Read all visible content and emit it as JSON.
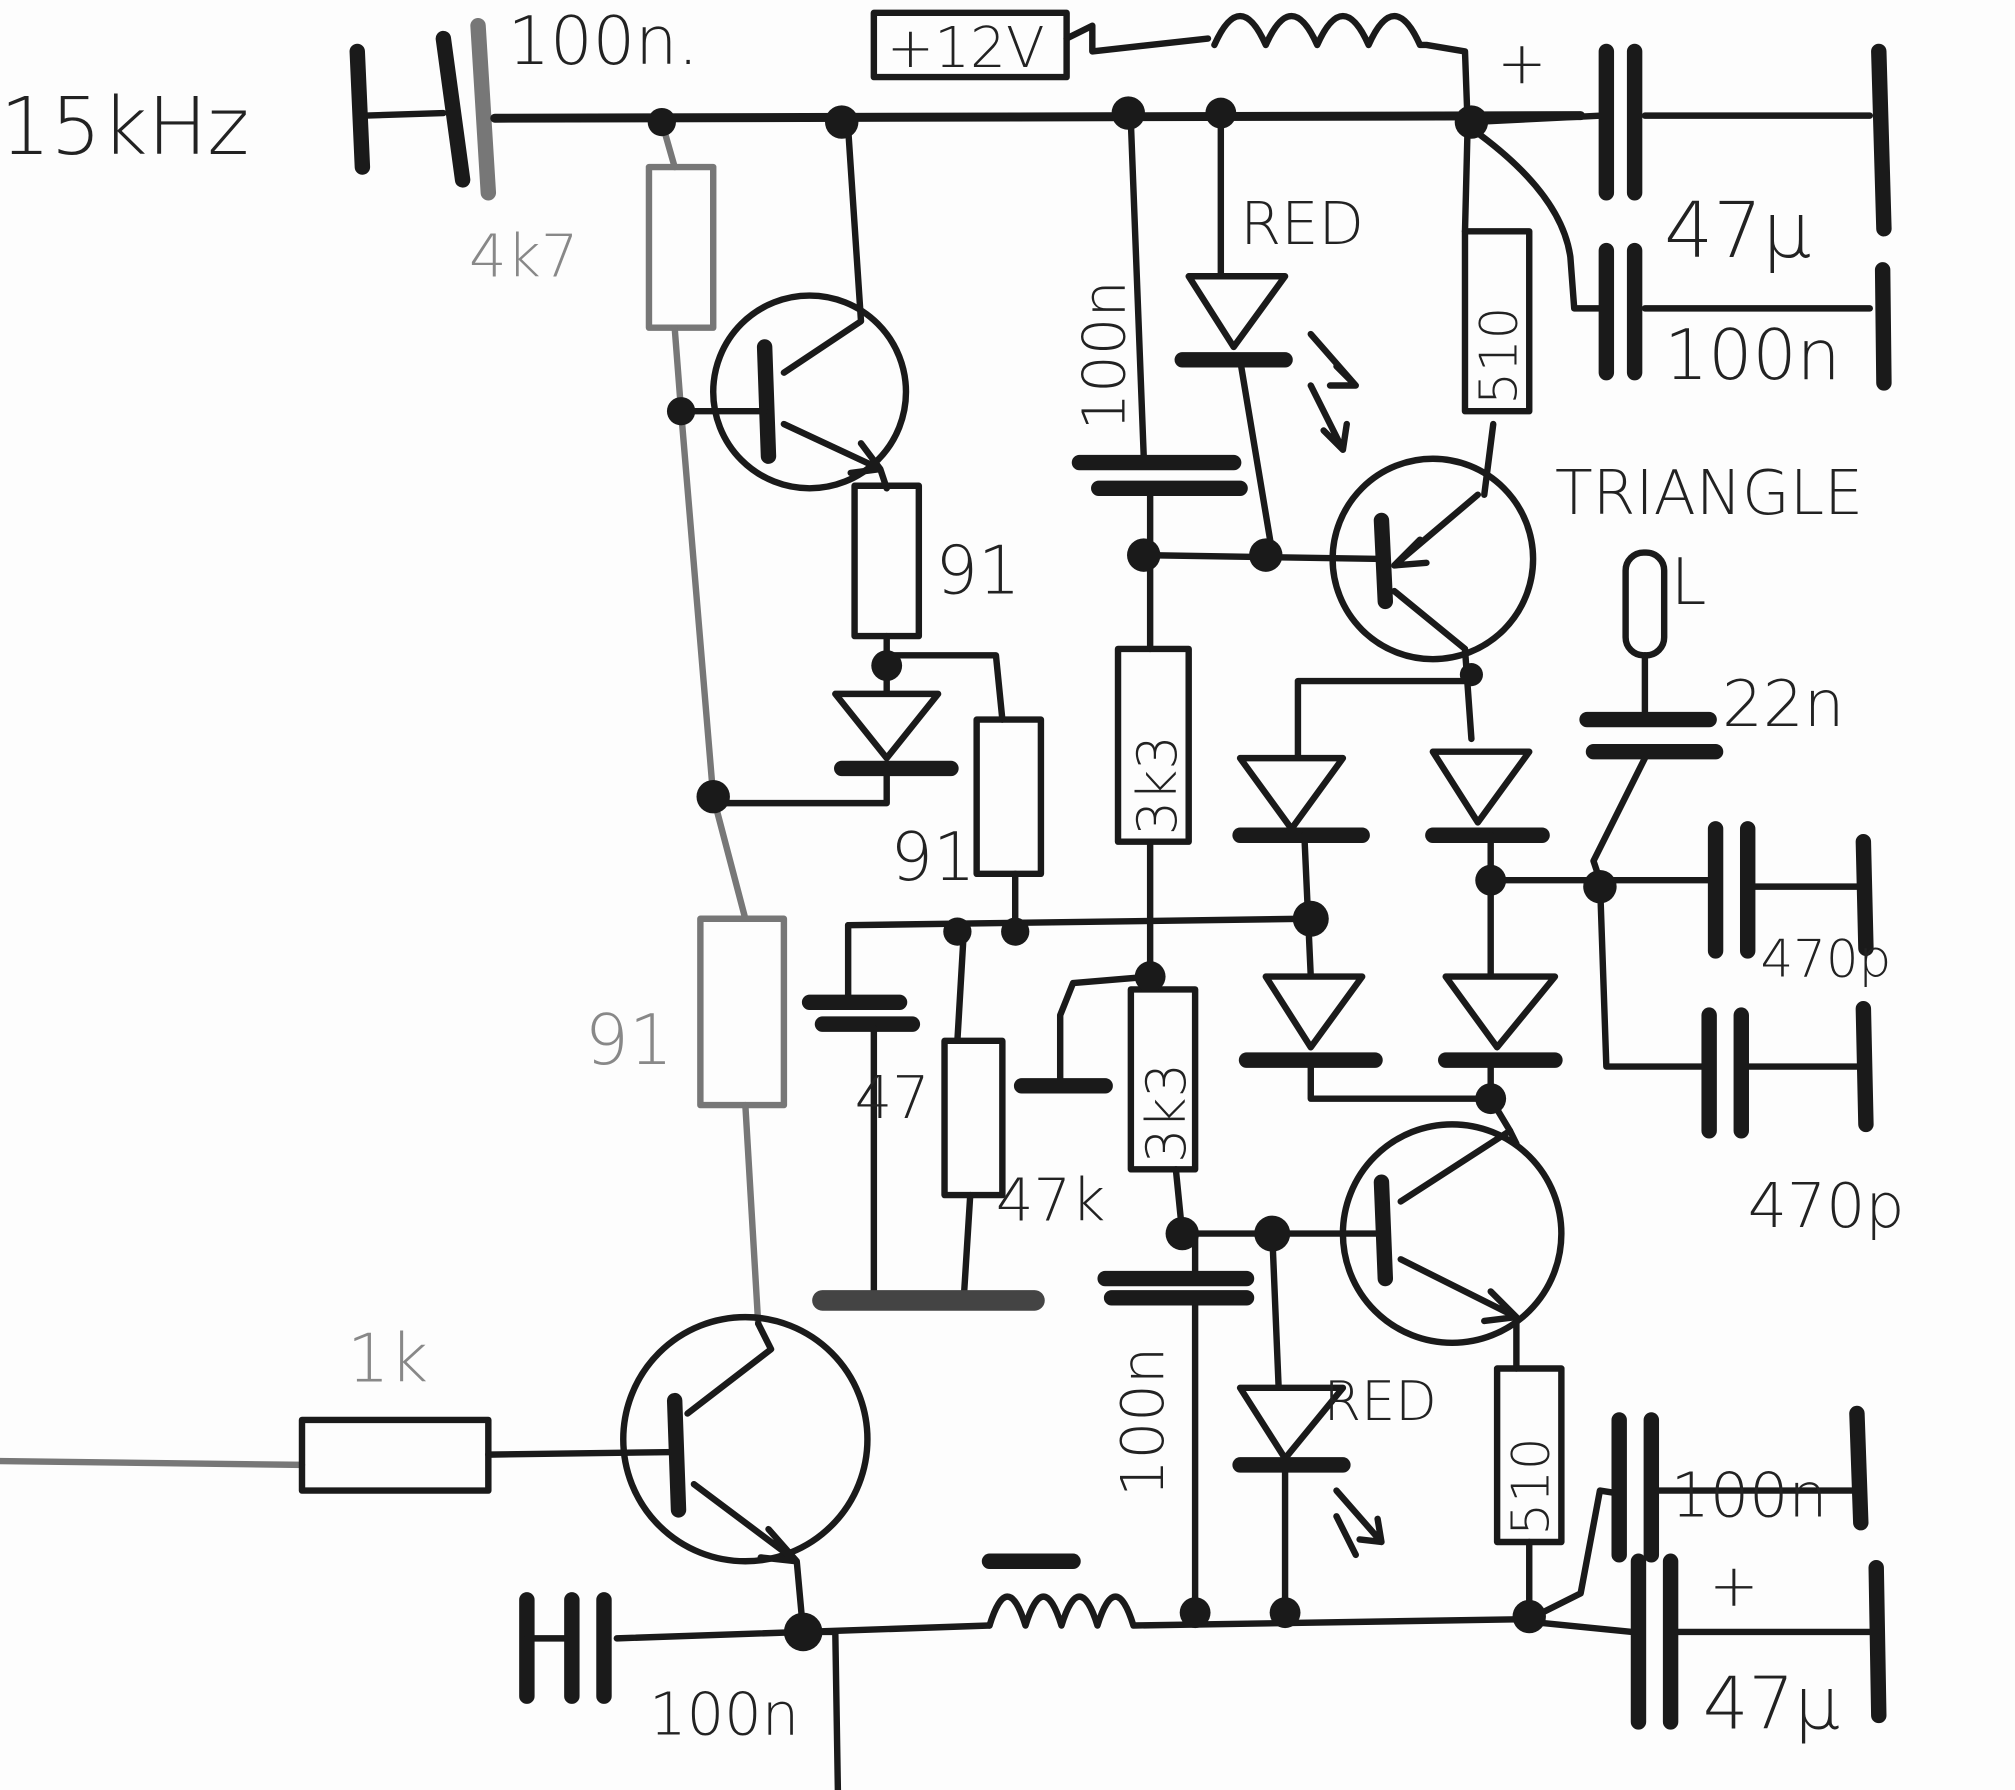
{
  "title": "Hand-drawn triangle wave driver schematic",
  "labels": {
    "input_freq": "15kHz",
    "c_in": "100n.",
    "supply": "+12V",
    "plus_top": "+",
    "c_top_47u": "47µ",
    "c_top_100n": "100n",
    "r_4k7": "4k7",
    "led_top": "RED",
    "c_mid_100n_top": "100n",
    "r_510_top": "510",
    "triangle": "TRIANGLE",
    "terminal_l": "L",
    "r_91_a": "91",
    "r_3k3_a": "3k3",
    "c_22n": "22n",
    "r_91_b": "91",
    "c_470p_a": "470p",
    "r_91_c": "91",
    "c_47": "47",
    "r_47k": "47k",
    "r_3k3_b": "3k3",
    "c_470p_b": "470p",
    "r_1k": "1k",
    "c_mid_100n_bot": "100n",
    "led_bot": "RED",
    "r_510_bot": "510",
    "c_bot_100n": "100n",
    "plus_bot": "+",
    "c_bot_47u": "47µ",
    "c_bot_left_100n": "100n"
  }
}
